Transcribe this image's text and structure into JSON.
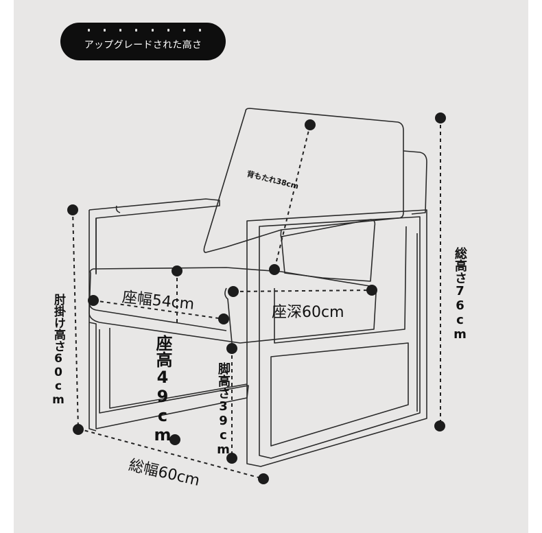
{
  "badge": {
    "title": "アップグレードされた高さ"
  },
  "dimensions": {
    "backrest": "背もたれ38cm",
    "seat_width": "座幅54cm",
    "seat_depth": "座深60cm",
    "seat_height": "座高49cm",
    "leg_height": "脚高さ39cm",
    "armrest_height": "肘掛け高さ60cm",
    "total_height": "総高さ76cm",
    "total_width": "総幅60cm"
  },
  "colors": {
    "background": "#e8e7e6",
    "badge": "#0e0e0e",
    "line": "#222222",
    "marker": "#1c1c1c"
  }
}
